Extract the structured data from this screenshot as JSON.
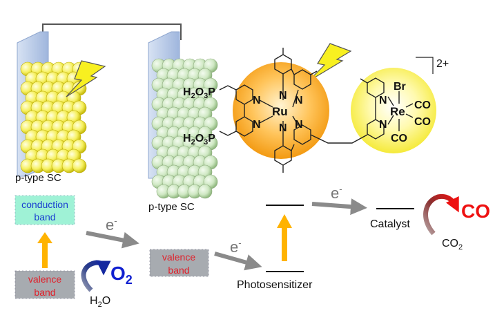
{
  "electrodes": {
    "left_label": "p-type SC",
    "right_label": "p-type SC"
  },
  "molecule": {
    "anchor_group_top": {
      "main": "H",
      "sub1": "2",
      "mid": "O",
      "sub2": "3",
      "end": "P"
    },
    "anchor_group_bottom": {
      "main": "H",
      "sub1": "2",
      "mid": "O",
      "sub2": "3",
      "end": "P"
    },
    "ru_label": "Ru",
    "re_label": "Re",
    "br_label": "Br",
    "co_labels": [
      "CO",
      "CO",
      "CO"
    ],
    "n_label": "N",
    "charge": "2+"
  },
  "energy_diagram": {
    "conduction_band": {
      "line1": "conduction",
      "line2": "band"
    },
    "valence_band_left": {
      "line1": "valence",
      "line2": "band"
    },
    "valence_band_mid": {
      "line1": "valence",
      "line2": "band"
    },
    "electron_labels": [
      "e",
      "e",
      "e"
    ],
    "electron_superscript": "-",
    "o2": {
      "main": "O",
      "sub": "2"
    },
    "h2o": {
      "h": "H",
      "sub": "2",
      "o": "O"
    },
    "photosensitizer_label": "Photosensitizer",
    "catalyst_label": "Catalyst",
    "co_product": "CO",
    "co2": {
      "main": "CO",
      "sub": "2"
    }
  },
  "colors": {
    "conduction_band": "#9ff2d6",
    "valence_band": "#a7abb0",
    "band_text_blue": "#1a3fd0",
    "band_text_red": "#e0202a",
    "arrow_gray": "#8a8a8a",
    "excitation_orange": "#ffb300",
    "o2_blue": "#1020d0",
    "co_red": "#ee1111"
  }
}
